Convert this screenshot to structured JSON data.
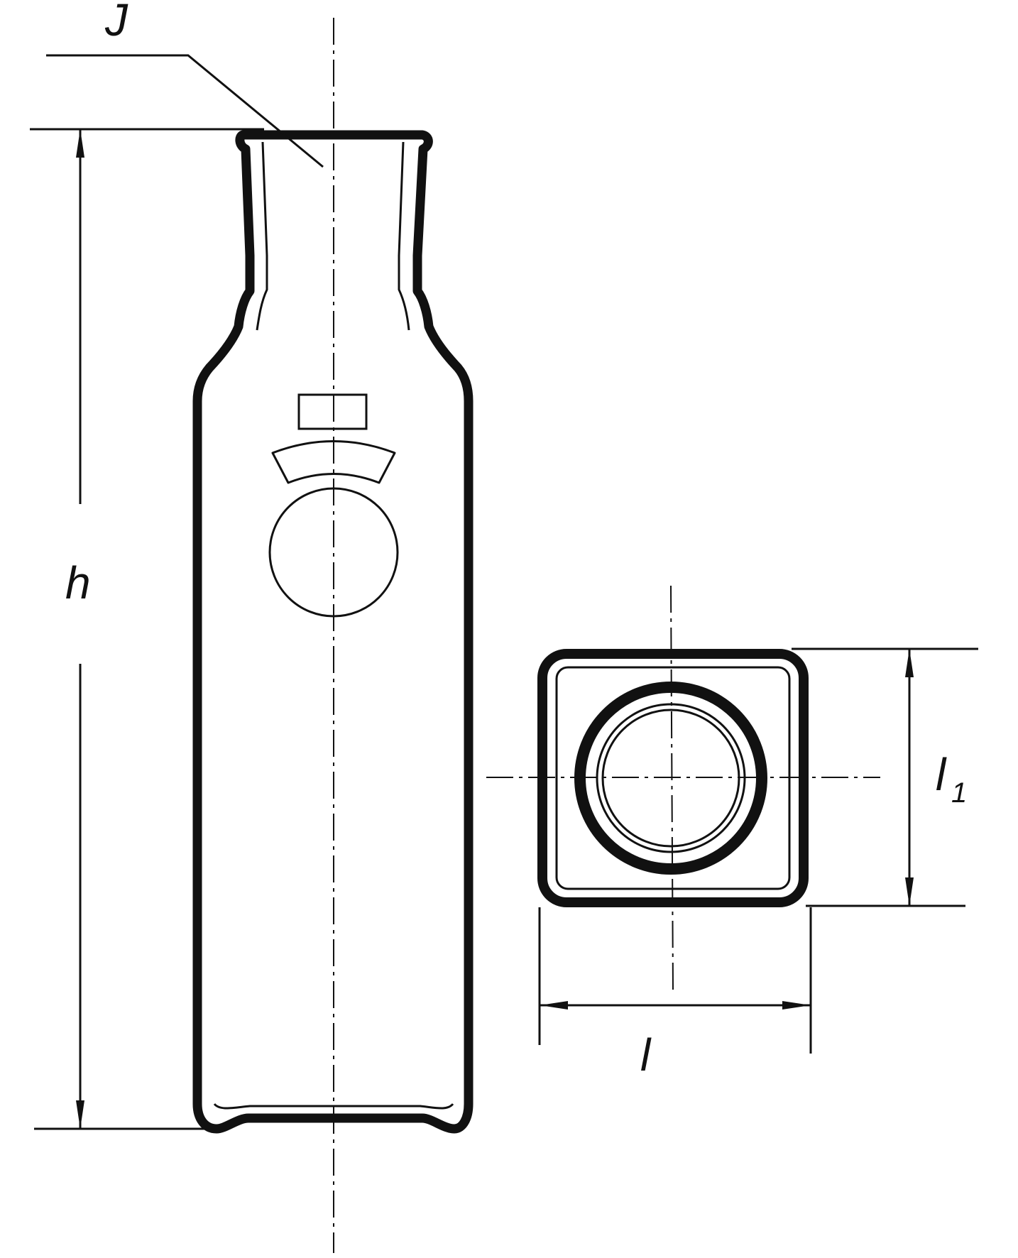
{
  "labels": {
    "opening": "J",
    "height": "h",
    "length": "l",
    "width_main": "l",
    "width_sub": "1"
  },
  "colors": {
    "ink": "#111111",
    "background": "#ffffff"
  }
}
